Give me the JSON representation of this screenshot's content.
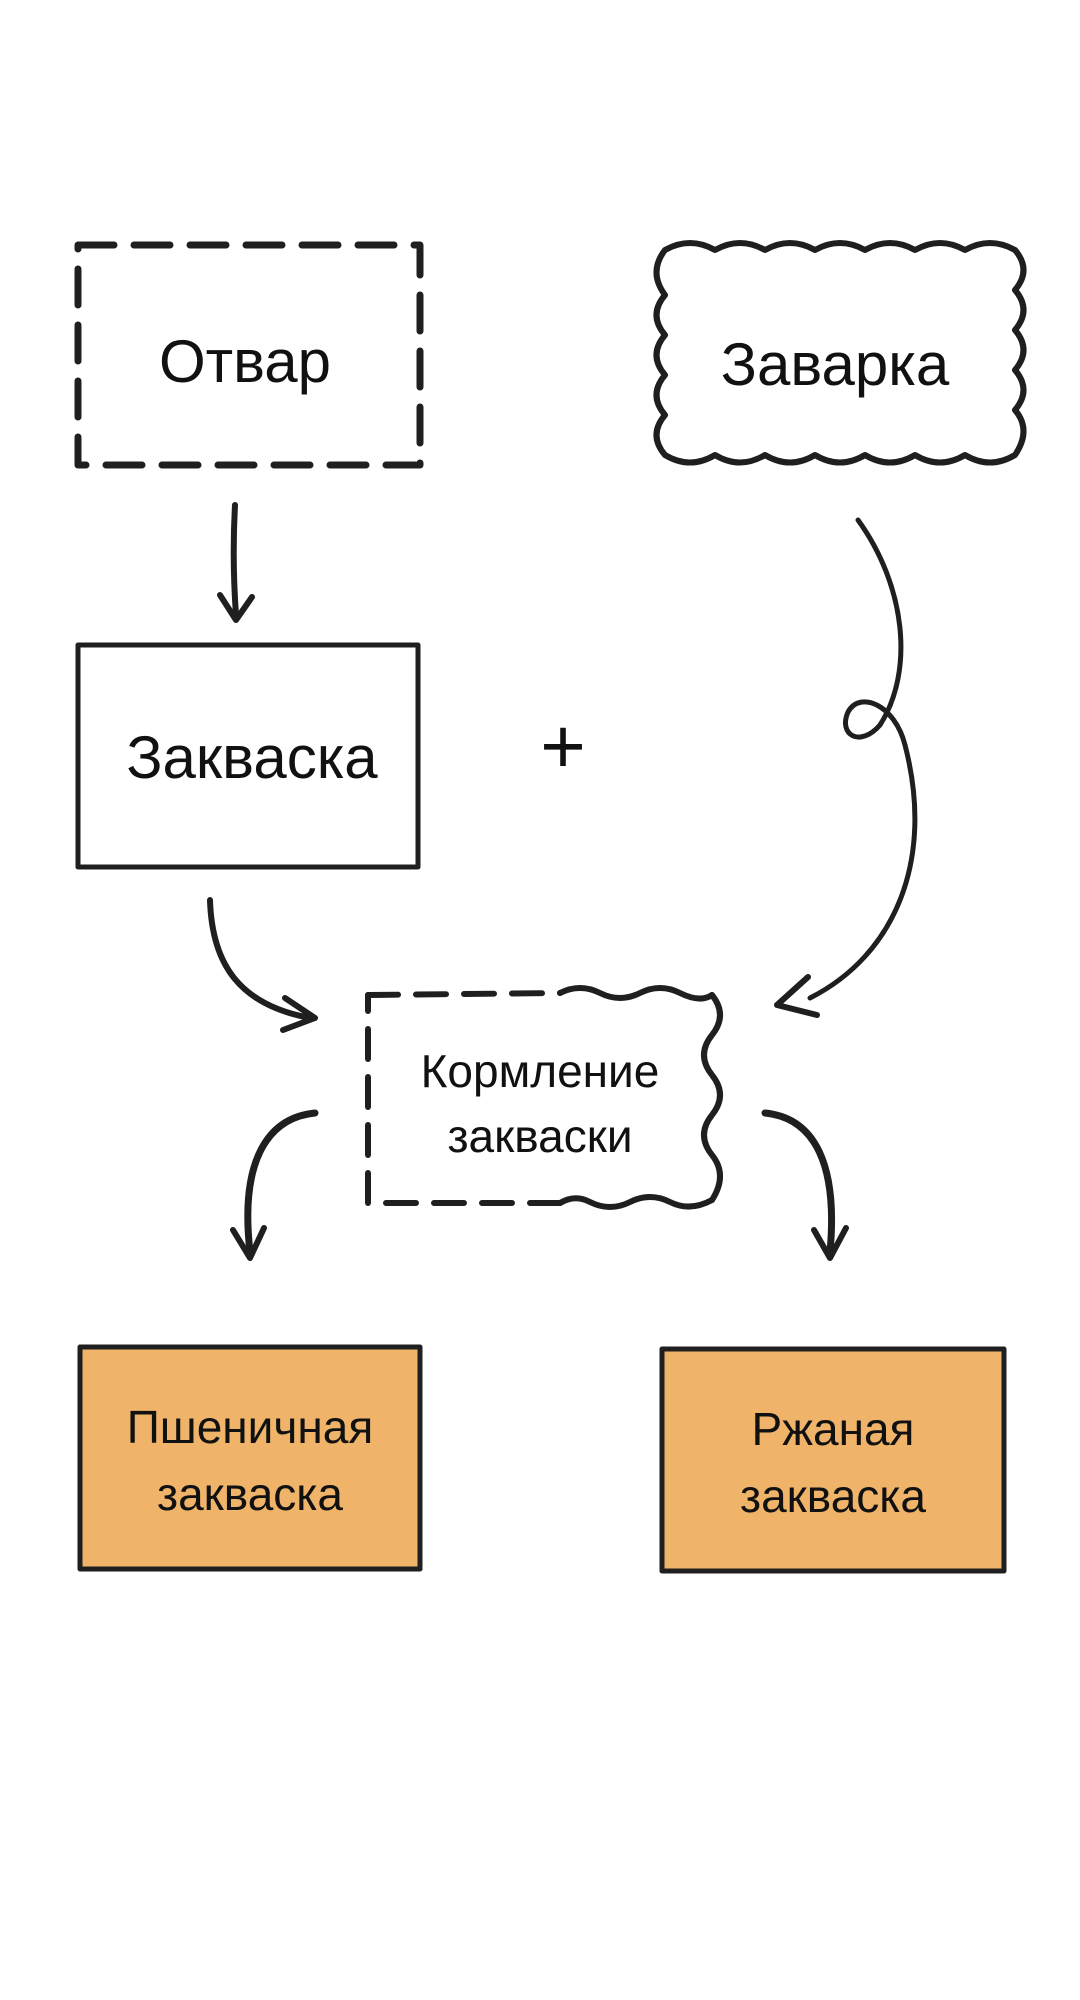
{
  "nodes": {
    "otvar": "Отвар",
    "zavarka": "Заварка",
    "zakvaska": "Закваска",
    "plus": "+",
    "kormlenie": [
      "Кормление",
      "закваски"
    ],
    "wheat": [
      "Пшеничная",
      "закваска"
    ],
    "rye": [
      "Ржаная",
      "закваска"
    ]
  },
  "colors": {
    "ink": "#1f1f1f",
    "result_fill": "#efb46a"
  }
}
